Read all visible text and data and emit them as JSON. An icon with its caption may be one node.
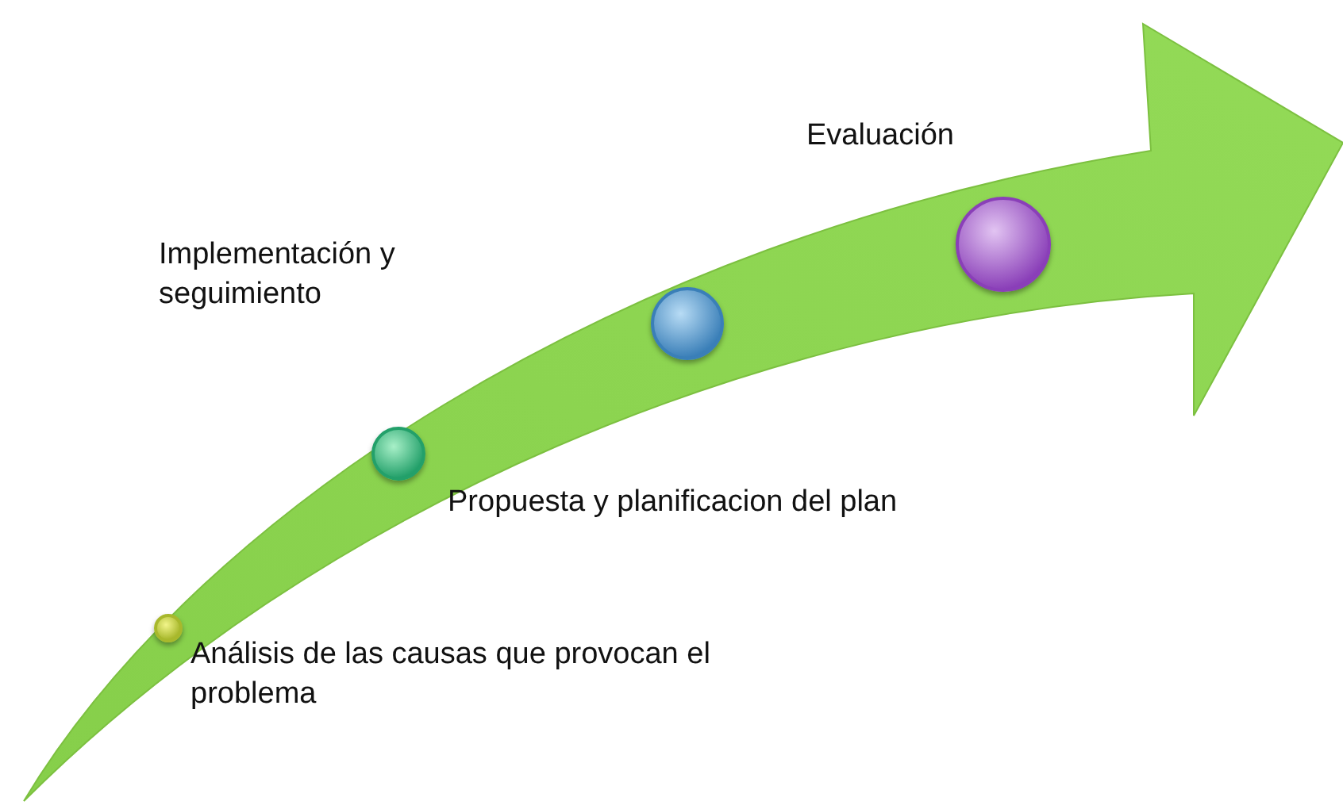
{
  "diagram": {
    "nodes": [
      {
        "text": [],
        "shape": "circle"
      },
      {
        "text": [],
        "shape": "circle"
      },
      {
        "text": [],
        "shape": "circle"
      },
      {
        "text": [],
        "shape": "circle"
      }
    ],
    "labels": [
      "Evaluación",
      "Implementación y seguimiento",
      "Propuesta y planificacion del plan",
      "Análisis de las causas que provocan el problema"
    ]
  }
}
